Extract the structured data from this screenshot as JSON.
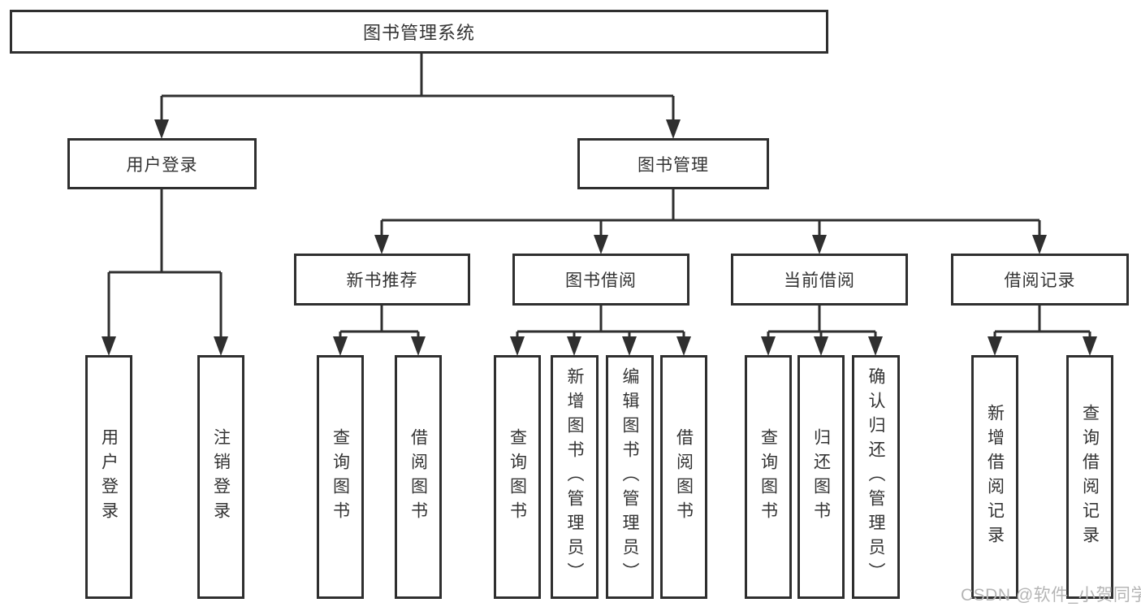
{
  "colors": {
    "background": "#ffffff",
    "line": "#2f2f2f",
    "text": "#333333",
    "watermark": "#b5b5b5"
  },
  "tree": {
    "root": {
      "label": "图书管理系统"
    },
    "children": [
      {
        "label": "用户登录",
        "children": [
          {
            "label": "用户登录"
          },
          {
            "label": "注销登录"
          }
        ]
      },
      {
        "label": "图书管理",
        "children": [
          {
            "label": "新书推荐",
            "children": [
              {
                "label": "查询图书"
              },
              {
                "label": "借阅图书"
              }
            ]
          },
          {
            "label": "图书借阅",
            "children": [
              {
                "label": "查询图书"
              },
              {
                "label": "新增图书（管理员）"
              },
              {
                "label": "编辑图书（管理员）"
              },
              {
                "label": "借阅图书"
              }
            ]
          },
          {
            "label": "当前借阅",
            "children": [
              {
                "label": "查询图书"
              },
              {
                "label": "归还图书"
              },
              {
                "label": "确认归还（管理员）"
              }
            ]
          },
          {
            "label": "借阅记录",
            "children": [
              {
                "label": "新增借阅记录"
              },
              {
                "label": "查询借阅记录"
              }
            ]
          }
        ]
      }
    ]
  },
  "watermark": {
    "text": "CSDN @软件_小贺同学"
  }
}
